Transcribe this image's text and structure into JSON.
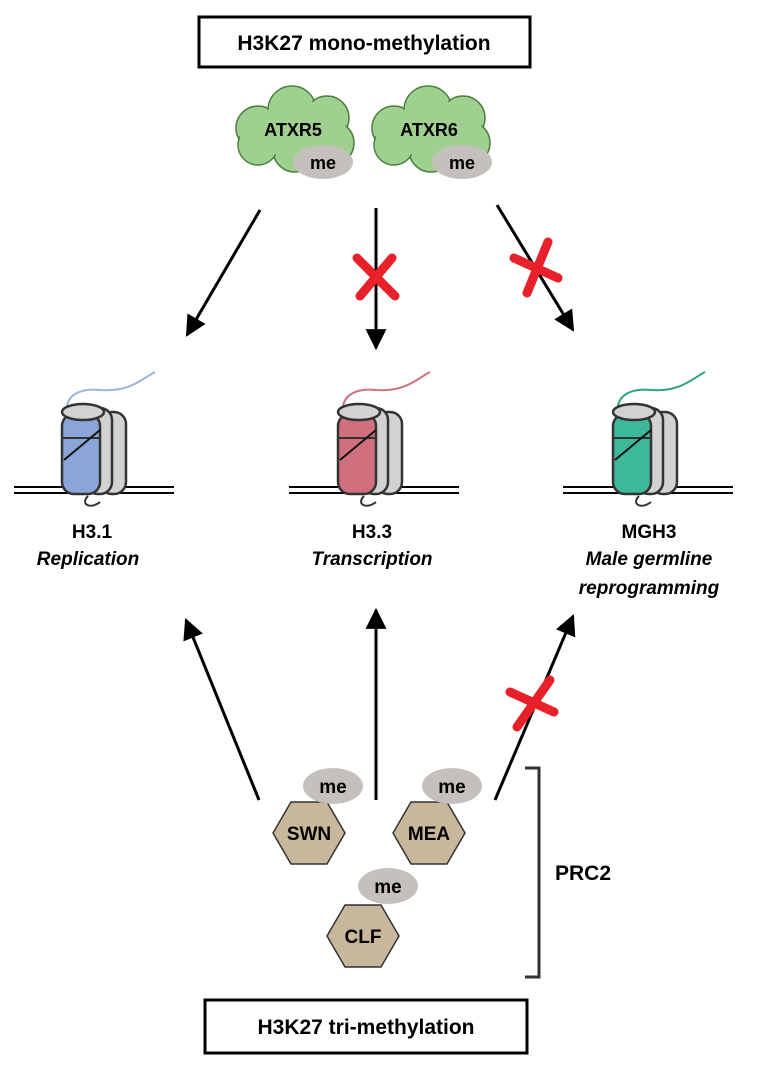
{
  "top_box": {
    "label": "H3K27 mono-methylation"
  },
  "bottom_box": {
    "label": "H3K27 tri-methylation"
  },
  "enzymes_top": [
    {
      "name": "ATXR5",
      "mark": "me"
    },
    {
      "name": "ATXR6",
      "mark": "me"
    }
  ],
  "histones": [
    {
      "name": "H3.1",
      "function": "Replication",
      "color": "#8aa6d8",
      "tail_color": "#9ab4e0"
    },
    {
      "name": "H3.3",
      "function": "Transcription",
      "color": "#d0707e",
      "tail_color": "#d0707e"
    },
    {
      "name": "MGH3",
      "function_line1": "Male germline",
      "function_line2": "reprogramming",
      "color": "#3db89a",
      "tail_color": "#2fa37f"
    }
  ],
  "prc2": {
    "label": "PRC2",
    "members": [
      {
        "name": "SWN",
        "mark": "me"
      },
      {
        "name": "MEA",
        "mark": "me"
      },
      {
        "name": "CLF",
        "mark": "me"
      }
    ]
  },
  "colors": {
    "enzyme_cloud": "#9fd08f",
    "me_oval": "#c4c0bb",
    "hexagon": "#c8b79a",
    "block_x": "#e8202a",
    "nucleosome_gray": "#d2d2d2"
  }
}
